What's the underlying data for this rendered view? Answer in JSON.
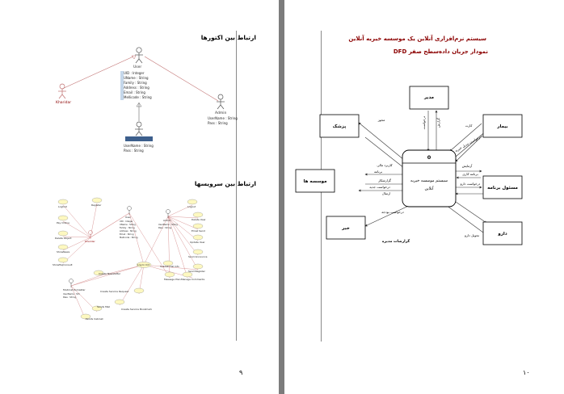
{
  "left_page": {
    "actor_section_title": "ارتباط بین اکتورها",
    "services_section_title": "ارتباط بین سرویسها",
    "page_number": "۹",
    "actor_diagram": {
      "user": {
        "name": "User",
        "attributes": [
          "UID : Integer",
          "UName : String",
          "Family : String",
          "Address : String",
          "Email : String",
          "Mellicode : String"
        ]
      },
      "buyer": {
        "name": "Kharidar"
      },
      "admin": {
        "name": "Admin",
        "attributes": [
          "UserName : String",
          "Pass : String"
        ]
      },
      "db_user": {
        "attributes": [
          "UserName : String",
          "Pass : String"
        ]
      }
    },
    "services_diagram": {
      "user": {
        "name": "User",
        "attributes": [
          "UID : Integer",
          "UName : String",
          "Family : String",
          "Address : String",
          "Email : String",
          "Mellicode : String"
        ]
      },
      "admin": {
        "name": "Admin",
        "attributes": [
          "UserName : String",
          "Pass : String"
        ]
      },
      "buyer": {
        "name": "Kharidar"
      },
      "bottom_actor": {
        "name": "Modiriat Komaktar",
        "attributes": [
          "UserName : Stri",
          "Pass : String"
        ]
      },
      "use_cases": {
        "u1": "LogOut",
        "u2": "Register",
        "u3": "Pay Online",
        "u4": "Delete Object",
        "u5": "ShowNews",
        "u6": "ShowFaqConsult",
        "u7": "Logout",
        "u8": "Delete User",
        "u9": "Email Send",
        "u10": "Update User",
        "u11": "Send Announce",
        "u12": "Send Register",
        "u13": "Message Plan",
        "u14": "Manage Comments",
        "u15": "Create Newsletter",
        "u16": "Create Service Request",
        "u17": "Log In Cid",
        "u18": "Sends Mail",
        "u19": "Create Service Bookmark",
        "u20": "Sends Cabinet",
        "u21": "Submit Call Info"
      }
    }
  },
  "right_page": {
    "title": "سیستم نرم‌افزاری آنلاین یک موسسه خیریه آنلاین",
    "subtitle": "نمودار جریان داده‌سطح صفر DFD",
    "page_number": "۱۰",
    "dfd": {
      "process_number": "0",
      "process_label_line1": "سیستم موسسه خیریه",
      "process_label_line2": "آنلاین",
      "entities": {
        "manager": "مدیر",
        "doctor": "پزشک",
        "patient": "بیمار",
        "institutions": "موسسه ها",
        "program_manager": "مسئول برنامه",
        "news": "خبر",
        "medicine": "دارو"
      },
      "flows": {
        "f1": "مجوز",
        "f2": "گزارش",
        "f3": "درخواست",
        "f4": "کارت",
        "f5": "آزمایش",
        "f6": "کاربرد مالی",
        "f7": "برنامه",
        "f8": "گزارشکار",
        "f9": "درخواست جدید",
        "f10": "ارسال",
        "f11": "برنامه کاری",
        "f12": "درخواست دارو",
        "f13": "درخواست بودجه",
        "f14": "گزارشات مدیره",
        "f15": "تحویل دارو",
        "f16": "درخواست تبدیل خیریه"
      }
    }
  }
}
